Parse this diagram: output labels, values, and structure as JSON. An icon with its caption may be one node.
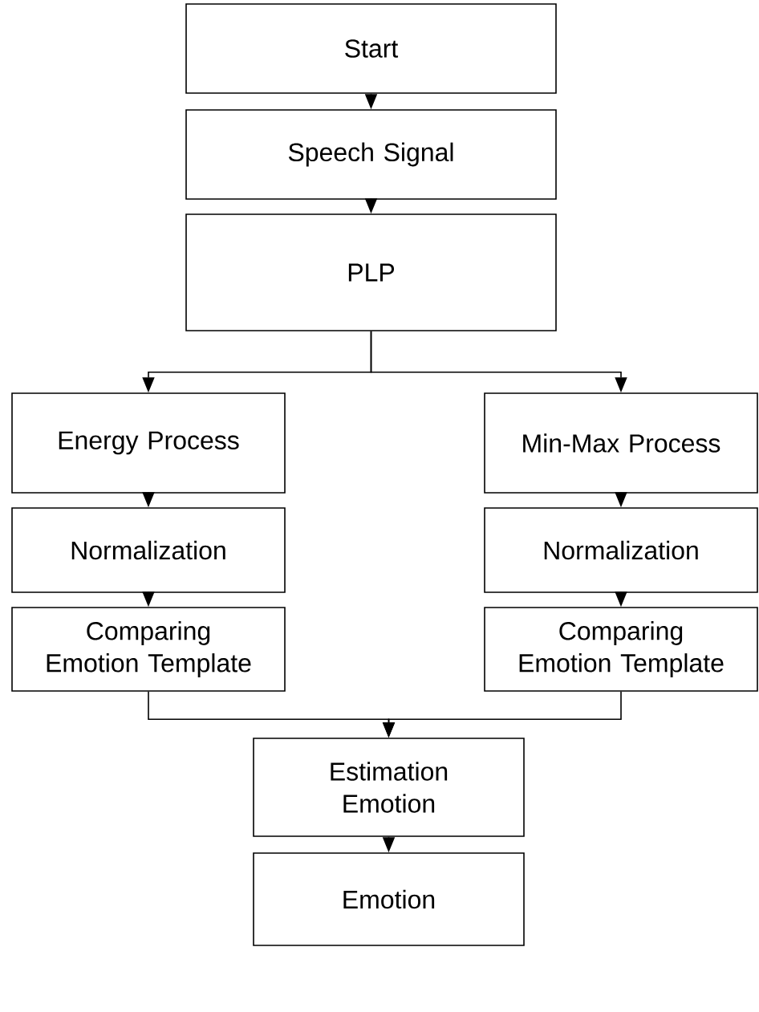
{
  "diagram": {
    "nodes": [
      {
        "text": [
          "Start"
        ]
      },
      {
        "text": [
          "Speech Signal"
        ]
      },
      {
        "text": [
          "PLP"
        ]
      },
      {
        "text": [
          "Energy Process"
        ]
      },
      {
        "text": [
          "Normalization"
        ]
      },
      {
        "text": [
          "Comparing Emotion Template"
        ]
      },
      {
        "text": [
          "Min-Max Process"
        ]
      },
      {
        "text": [
          "Normalization"
        ]
      },
      {
        "text": [
          "Comparing Emotion Template"
        ]
      },
      {
        "text": [
          "Estimation Emotion"
        ]
      },
      {
        "text": [
          "Emotion"
        ]
      }
    ],
    "edges": [
      {
        "from": 0,
        "to": 1,
        "arrow": "to"
      },
      {
        "from": 1,
        "to": 2,
        "arrow": "to"
      },
      {
        "from": 2,
        "to": 3,
        "arrow": "to"
      },
      {
        "from": 2,
        "to": 6,
        "arrow": "to"
      },
      {
        "from": 3,
        "to": 4,
        "arrow": "to"
      },
      {
        "from": 4,
        "to": 5,
        "arrow": "to"
      },
      {
        "from": 6,
        "to": 7,
        "arrow": "to"
      },
      {
        "from": 7,
        "to": 8,
        "arrow": "to"
      },
      {
        "from": 5,
        "to": 9,
        "arrow": "to"
      },
      {
        "from": 8,
        "to": 9,
        "arrow": "to"
      },
      {
        "from": 9,
        "to": 10,
        "arrow": "to"
      }
    ]
  }
}
